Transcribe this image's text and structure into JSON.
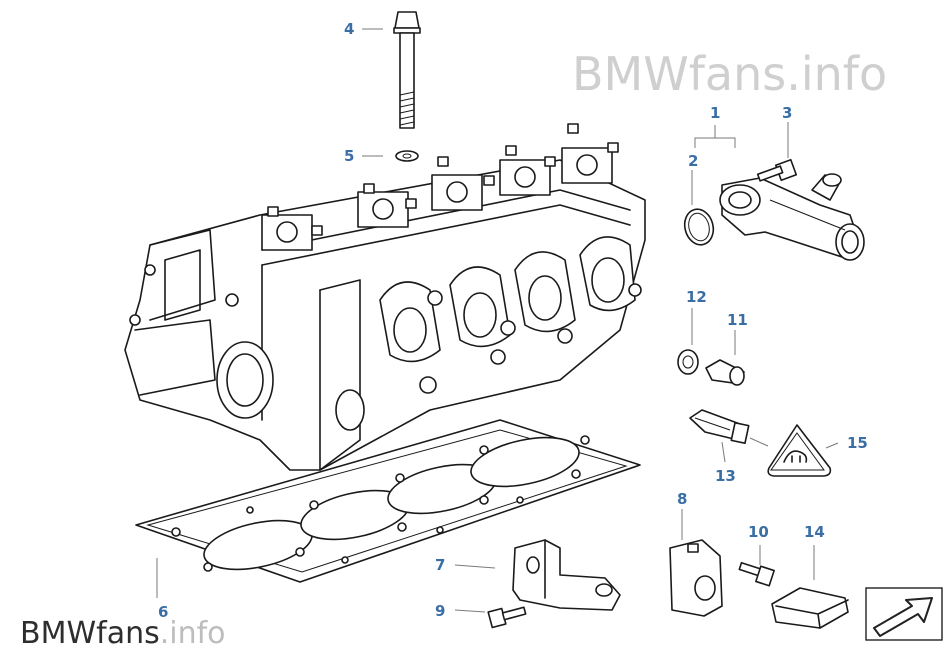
{
  "watermark": {
    "top": "BMWfans.info",
    "bottom_brand": "BMWfans",
    "bottom_suffix": ".info"
  },
  "callouts": [
    "1",
    "2",
    "3",
    "4",
    "5",
    "6",
    "7",
    "8",
    "9",
    "10",
    "11",
    "12",
    "13",
    "14",
    "15"
  ],
  "colors": {
    "callout": "#3a6ea5",
    "watermark": "#cfcfcf",
    "line": "#1a1a1a"
  },
  "icons": [
    "cylinder-head",
    "head-gasket",
    "bolt",
    "washer",
    "thermostat-housing",
    "o-ring",
    "plug-screw",
    "seal-ring",
    "temperature-sensor",
    "warning-label",
    "bracket",
    "lifting-eye",
    "rubber-block",
    "next-page-arrow-icon"
  ]
}
